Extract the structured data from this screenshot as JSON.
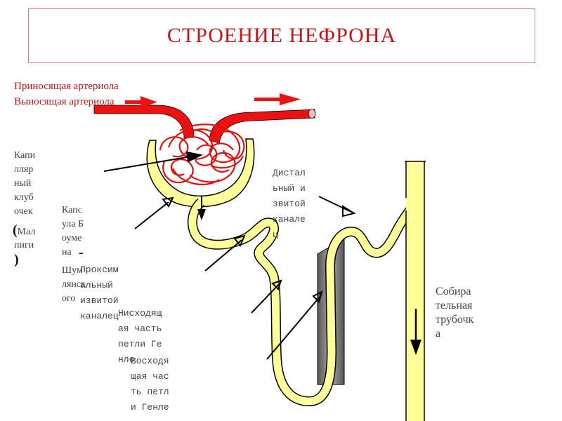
{
  "title": "СТРОЕНИЕ НЕФРОНА",
  "labels": {
    "afferent": "Приносящая артериола",
    "efferent": "Выносящая артериола",
    "glomerulus": "Капиллярный клубочек",
    "glomerulus_paren_open": "(",
    "glomerulus_malpighi": "Мальпиги",
    "glomerulus_paren_close": ")",
    "capsule": "Капсула Боумена",
    "capsule_dash": "-",
    "capsule_shum": "Шумлянского",
    "proximal": "Проксимальный извитой каналец",
    "descending": "Нисходящая часть петли Генле",
    "ascending": "Восходящая часть петли Генле",
    "distal": "Дистальный извитой каналец",
    "collecting": "Собирательная трубочка"
  },
  "colors": {
    "title": "#c01818",
    "tubule_fill": "#ffff99",
    "vessel": "#ee1111",
    "capillary": "#dd1111",
    "outline": "#000000",
    "label_text": "#444444"
  }
}
